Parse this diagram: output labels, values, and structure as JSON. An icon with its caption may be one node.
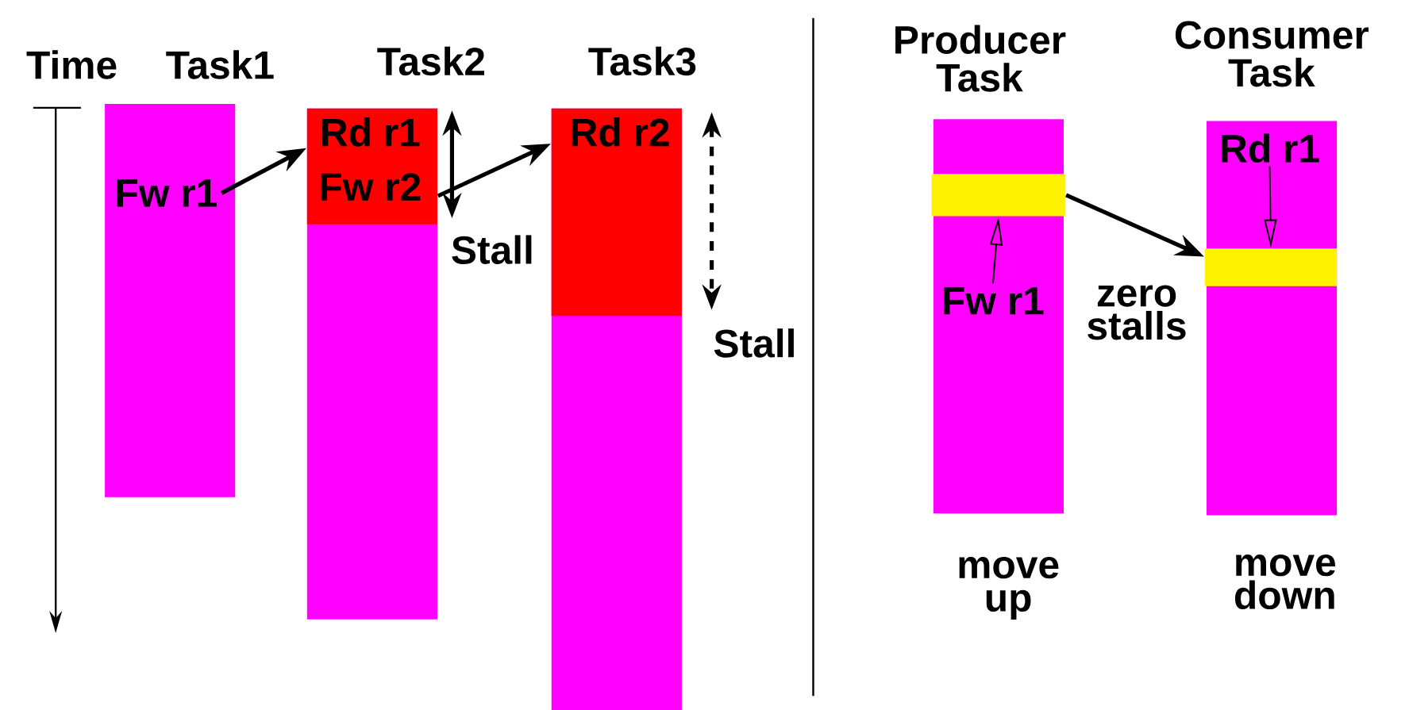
{
  "diagram": {
    "nodes": [
      {
        "text": [
          "Task1"
        ]
      },
      {
        "text": [
          "Fw r1"
        ],
        "in": 0
      },
      {
        "text": [
          "Task2"
        ]
      },
      {
        "text": [
          "Rd r1",
          "Fw r2"
        ],
        "in": 2
      },
      {
        "text": [
          "Task3"
        ]
      },
      {
        "text": [
          "Rd  r2"
        ],
        "in": 4
      },
      {
        "text": [
          "Producer Task"
        ]
      },
      {
        "text": [],
        "shape": "bar",
        "in": 6
      },
      {
        "text": [
          "Fw r1"
        ],
        "in": 6
      },
      {
        "text": [
          "Consumer Task"
        ]
      },
      {
        "text": [
          "Rd r1"
        ],
        "in": 9
      },
      {
        "text": [],
        "shape": "bar",
        "in": 9
      }
    ],
    "edges": [
      {
        "from": 1,
        "to": 3,
        "arrow": "to"
      },
      {
        "from": 3,
        "to": 5,
        "arrow": "to"
      },
      {
        "from": 8,
        "to": 7,
        "arrow": "to"
      },
      {
        "from": 10,
        "to": 11,
        "arrow": "to"
      },
      {
        "from": 7,
        "to": 11,
        "arrow": "to"
      }
    ],
    "labels": [
      "Time",
      "Stall",
      "Stall",
      "zero stalls",
      "move up",
      "move down"
    ]
  }
}
